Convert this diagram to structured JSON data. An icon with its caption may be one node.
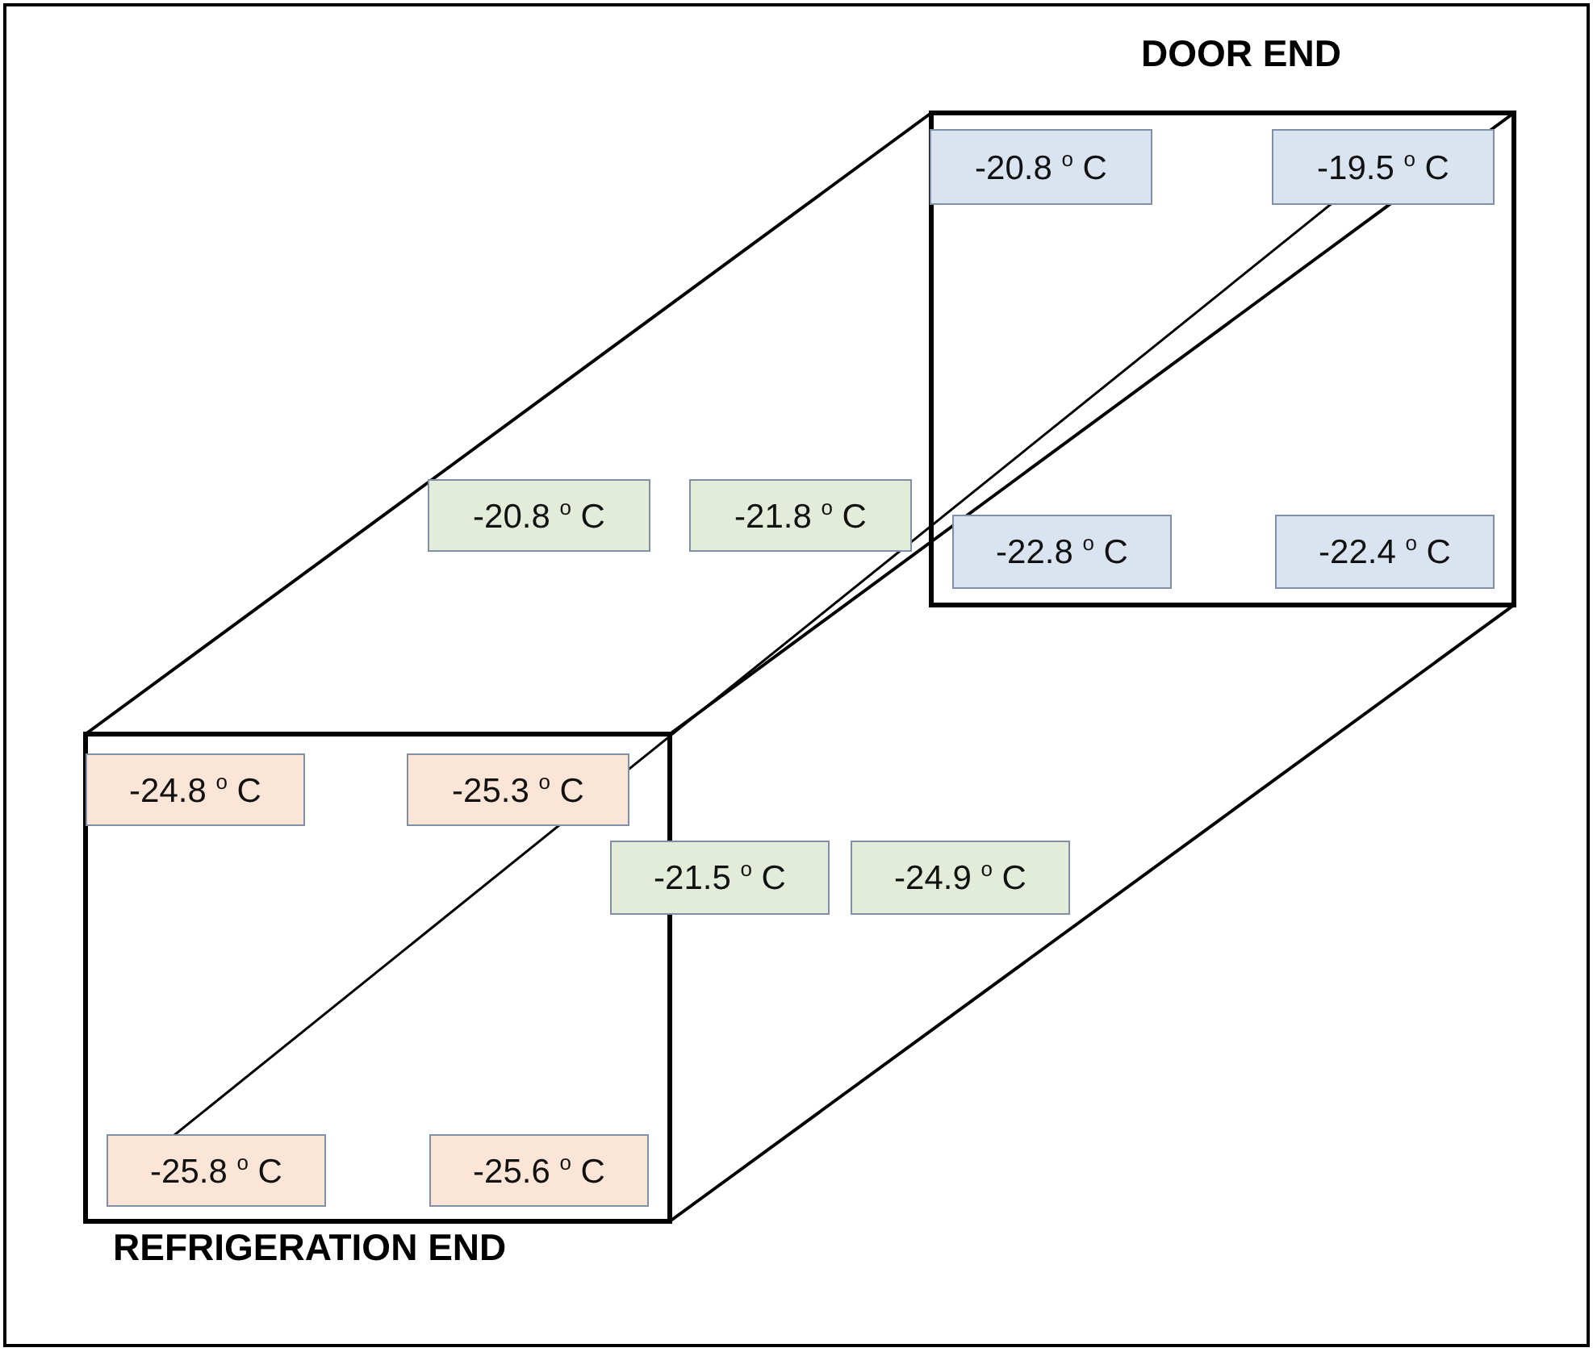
{
  "diagram": {
    "nodes": [
      {
        "text": [
          "-20.8 $^{o}$ C"
        ]
      },
      {
        "text": [
          "-19.5 $^{o}$ C"
        ]
      },
      {
        "text": [
          "-20.8 $^{o}$ C"
        ]
      },
      {
        "text": [
          "-21.8 $^{o}$ C"
        ]
      },
      {
        "text": [
          "-22.8 $^{o}$ C"
        ]
      },
      {
        "text": [
          "-22.4 $^{o}$ C"
        ]
      },
      {
        "text": [
          "-24.8 $^{o}$ C"
        ]
      },
      {
        "text": [
          "-25.3 $^{o}$ C"
        ]
      },
      {
        "text": [
          "-21.5 $^{o}$ C"
        ]
      },
      {
        "text": [
          "-24.9 $^{o}$ C"
        ]
      },
      {
        "text": [
          "-25.8 $^{o}$ C"
        ]
      },
      {
        "text": [
          "-25.6 $^{o}$ C"
        ]
      }
    ],
    "labels": [
      "DOOR END",
      "REFRIGERATION END"
    ]
  }
}
